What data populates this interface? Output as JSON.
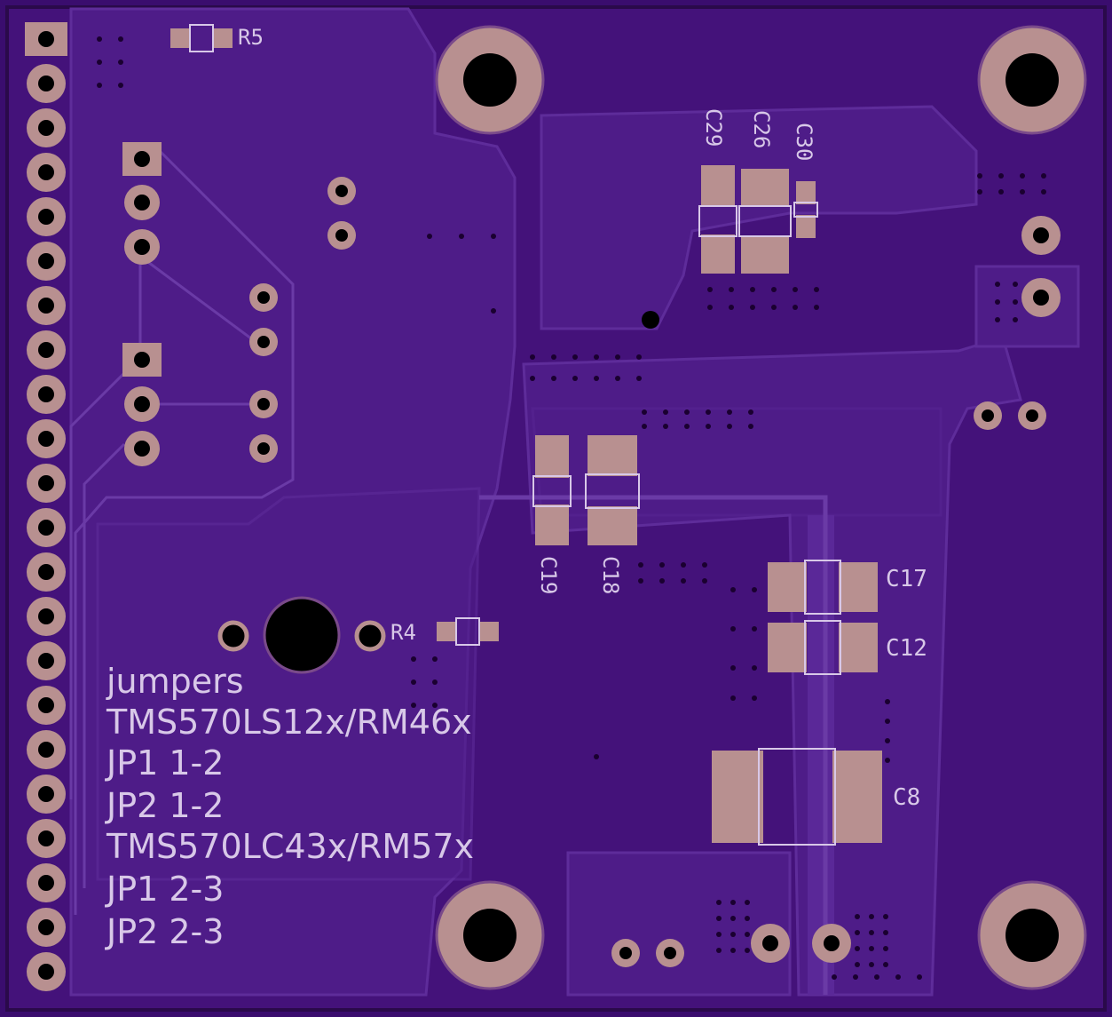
{
  "board": {
    "colors": {
      "substrate": "#3a0d6e",
      "copper_pour": "#4a1a82",
      "pour_edge": "#5b2a96",
      "pad": "#b89090",
      "hole": "#000000",
      "silkscreen": "#d8c8e8",
      "trace": "#6a3aa6"
    },
    "component_labels": {
      "r5": "R5",
      "r4": "R4",
      "c29": "C29",
      "c26": "C26",
      "c30": "C30",
      "c19": "C19",
      "c18": "C18",
      "c17": "C17",
      "c12": "C12",
      "c8": "C8"
    },
    "notes": {
      "line1": "jumpers",
      "line2": "TMS570LS12x/RM46x",
      "line3": "JP1 1-2",
      "line4": "JP2 1-2",
      "line5": "TMS570LC43x/RM57x",
      "line6": "JP1 2-3",
      "line7": "JP2 2-3"
    }
  }
}
